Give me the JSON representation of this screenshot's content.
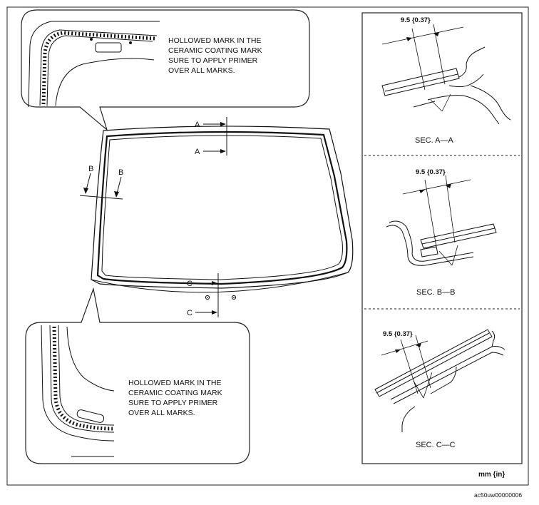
{
  "callouts": {
    "top_note": [
      "HOLLOWED MARK IN THE",
      "CERAMIC COATING MARK",
      "SURE TO APPLY PRIMER",
      "OVER ALL MARKS."
    ],
    "bottom_note": [
      "HOLLOWED MARK IN THE",
      "CERAMIC COATING MARK",
      "SURE TO APPLY PRIMER",
      "OVER ALL MARKS."
    ]
  },
  "section_markers": {
    "a_upper": "A",
    "a_lower": "A",
    "b_left": "B",
    "b_right": "B",
    "c_upper": "C",
    "c_lower": "C"
  },
  "sections": [
    {
      "dimension": "9.5 {0.37}",
      "label": "SEC. A—A"
    },
    {
      "dimension": "9.5 {0.37}",
      "label": "SEC. B—B"
    },
    {
      "dimension": "9.5 {0.37}",
      "label": "SEC. C—C"
    }
  ],
  "units": "mm {in}",
  "figure_code": "ac50uw00000006"
}
